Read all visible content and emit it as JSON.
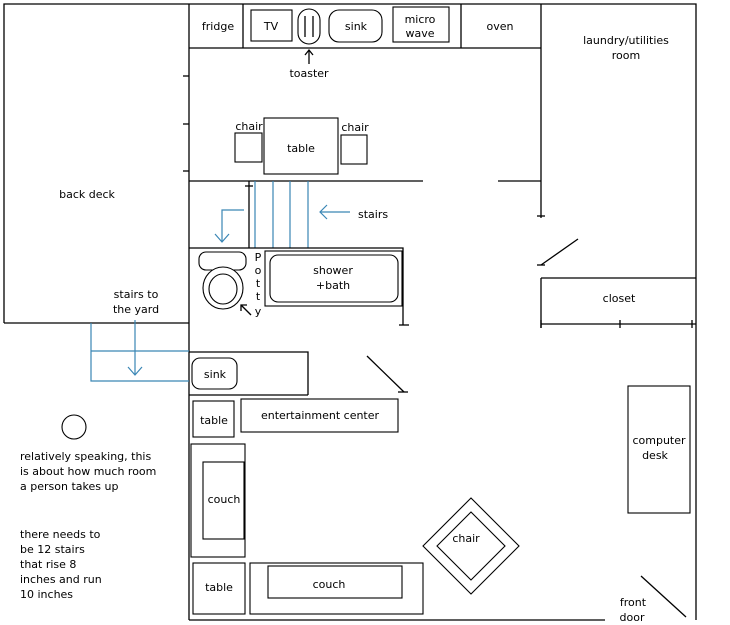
{
  "kitchen": {
    "fridge": "fridge",
    "tv": "TV",
    "sink": "sink",
    "microwave_line1": "micro",
    "microwave_line2": "wave",
    "oven": "oven",
    "toaster": "toaster"
  },
  "dining": {
    "chair_left": "chair",
    "chair_right": "chair",
    "table": "table"
  },
  "laundry": {
    "line1": "laundry/utilities",
    "line2": "room"
  },
  "back_deck": "back deck",
  "stairs": "stairs",
  "stairs_to_yard": {
    "line1": "stairs to",
    "line2": "the yard"
  },
  "bathroom": {
    "potty_letters": [
      "P",
      "o",
      "t",
      "t",
      "y"
    ],
    "shower_line1": "shower",
    "shower_line2": "+bath",
    "sink": "sink"
  },
  "closet": "closet",
  "living": {
    "table_top": "table",
    "entertainment_center": "entertainment center",
    "couch_left": "couch",
    "table_bottom": "table",
    "couch_bottom": "couch",
    "chair": "chair"
  },
  "computer_desk": {
    "line1": "computer",
    "line2": "desk"
  },
  "front_door": {
    "line1": "front",
    "line2": "door"
  },
  "notes": {
    "person_size": [
      "relatively speaking, this",
      "is about how much room",
      "a person takes up"
    ],
    "stairs_requirement": [
      "there needs to",
      "be 12 stairs",
      "that rise 8",
      "inches and run",
      "10 inches"
    ]
  },
  "colors": {
    "stairs_blue": "#3a86b5",
    "walls": "#000000"
  }
}
